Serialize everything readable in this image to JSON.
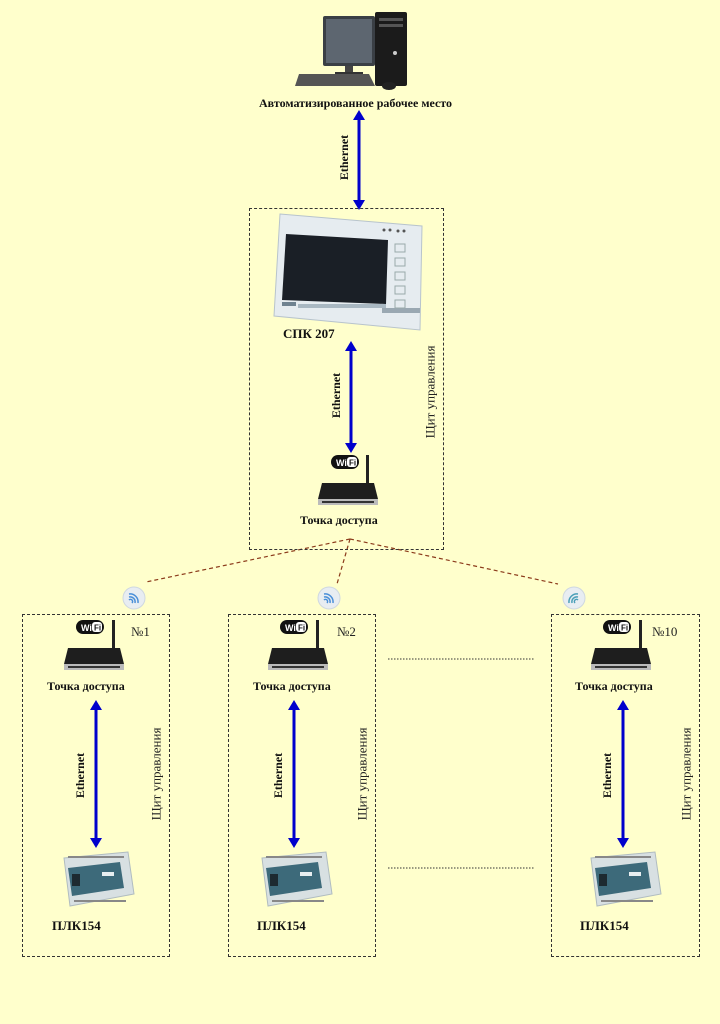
{
  "diagram": {
    "workstation": {
      "label": "Автоматизированное рабочее место",
      "icon": "desktop-computer-icon"
    },
    "top_link": {
      "label": "Ethernet"
    },
    "main_cabinet": {
      "panel_label": "СПК 207",
      "link_label": "Ethernet",
      "access_point_label": "Точка доступа",
      "cabinet_label": "Щит управления"
    },
    "nodes": [
      {
        "number": "№1",
        "access_point_label": "Точка доступа",
        "link_label": "Ethernet",
        "plc_label": "ПЛК154",
        "cabinet_label": "Щит управления"
      },
      {
        "number": "№2",
        "access_point_label": "Точка доступа",
        "link_label": "Ethernet",
        "plc_label": "ПЛК154",
        "cabinet_label": "Щит управления"
      },
      {
        "number": "№10",
        "access_point_label": "Точка доступа",
        "link_label": "Ethernet",
        "plc_label": "ПЛК154",
        "cabinet_label": "Щит управления"
      }
    ],
    "colors": {
      "background": "#ffffcc",
      "arrow": "#0000cc",
      "wireless_link": "#8b3a1a"
    }
  }
}
